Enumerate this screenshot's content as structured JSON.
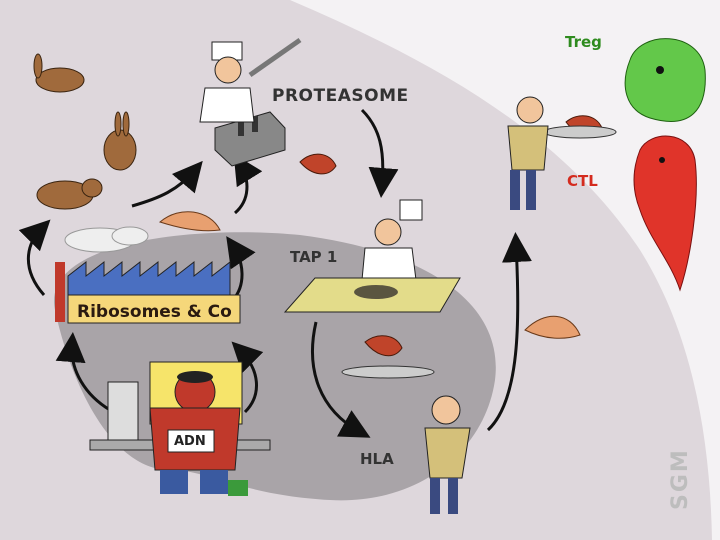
{
  "labels": {
    "proteasome": "PROTEASOME",
    "tap": "TAP 1",
    "hla": "HLA",
    "treg": "Treg",
    "ctl": "CTL",
    "factory": "Ribosomes & Co",
    "adn": "ADN",
    "logo": "SGM"
  },
  "colors": {
    "background": "#f4f2f4",
    "outer_region": "#ded7dc",
    "inner_region": "#a9a4a8",
    "treg": "#2e8b1e",
    "ctl": "#d42b1e",
    "factory": "#f5d77a",
    "roof": "#4a6fc1",
    "plate": "#e3dc8a"
  }
}
